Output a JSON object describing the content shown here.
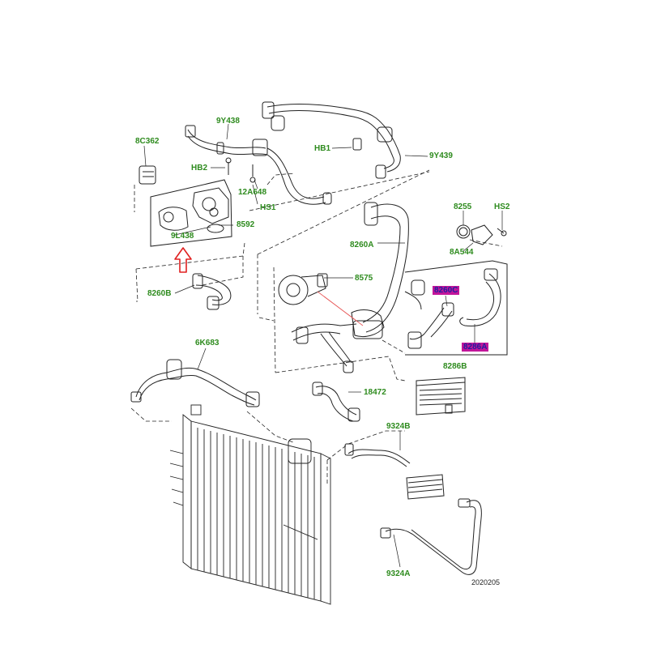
{
  "diagram": {
    "reference_number": "2020205",
    "colors": {
      "label_green": "#2e8b1e",
      "highlight_magenta": "#c2159a",
      "highlight_text": "#1f1fa0",
      "arrow_red": "#e02020",
      "line_gray": "#222222",
      "leader_pink": "#e85a5a"
    },
    "callouts": [
      {
        "id": "8C362",
        "text": "8C362"
      },
      {
        "id": "9Y438",
        "text": "9Y438"
      },
      {
        "id": "HB2",
        "text": "HB2"
      },
      {
        "id": "12A648",
        "text": "12A648"
      },
      {
        "id": "HS1",
        "text": "HS1"
      },
      {
        "id": "8592",
        "text": "8592"
      },
      {
        "id": "9L438",
        "text": "9L438"
      },
      {
        "id": "8260B",
        "text": "8260B"
      },
      {
        "id": "HB1",
        "text": "HB1"
      },
      {
        "id": "9Y439",
        "text": "9Y439"
      },
      {
        "id": "8255",
        "text": "8255"
      },
      {
        "id": "HS2",
        "text": "HS2"
      },
      {
        "id": "8260A",
        "text": "8260A"
      },
      {
        "id": "8A544",
        "text": "8A544"
      },
      {
        "id": "8575",
        "text": "8575"
      },
      {
        "id": "8260C",
        "text": "8260C",
        "highlighted": true
      },
      {
        "id": "8286A",
        "text": "8286A",
        "highlighted": true
      },
      {
        "id": "8286B",
        "text": "8286B"
      },
      {
        "id": "6K683",
        "text": "6K683"
      },
      {
        "id": "18472",
        "text": "18472"
      },
      {
        "id": "9324B",
        "text": "9324B"
      },
      {
        "id": "9324A",
        "text": "9324A"
      }
    ],
    "pointer_arrow": {
      "target": "9L438",
      "direction": "up",
      "icon": "red-outline-up-arrow"
    }
  }
}
